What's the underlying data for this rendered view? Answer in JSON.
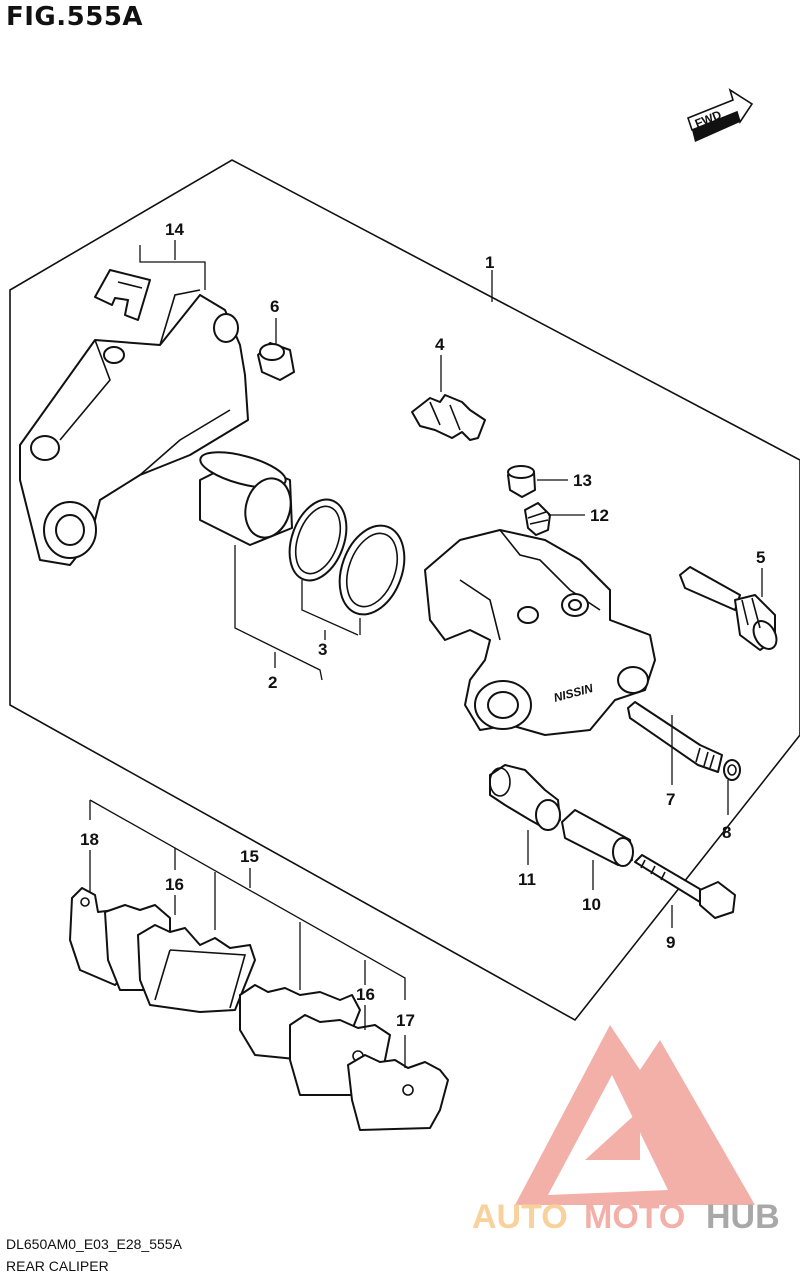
{
  "figure": {
    "title": "FIG.555A",
    "code": "DL650AM0_E03_E28_555A",
    "caption": "REAR CALIPER",
    "fwd_label": "FWD"
  },
  "callouts": {
    "c1": "1",
    "c2": "2",
    "c3": "3",
    "c4": "4",
    "c5": "5",
    "c6": "6",
    "c7": "7",
    "c8": "8",
    "c9": "9",
    "c10": "10",
    "c11": "11",
    "c12": "12",
    "c13": "13",
    "c14": "14",
    "c15": "15",
    "c16a": "16",
    "c16b": "16",
    "c17": "17",
    "c18": "18"
  },
  "caliper_marking": "NISSIN",
  "watermark": {
    "part1": "AUTO",
    "part2": "MOTO",
    "part3": "HUB",
    "color_main": "#f1a39b",
    "color_accent": "#f7c98a"
  }
}
